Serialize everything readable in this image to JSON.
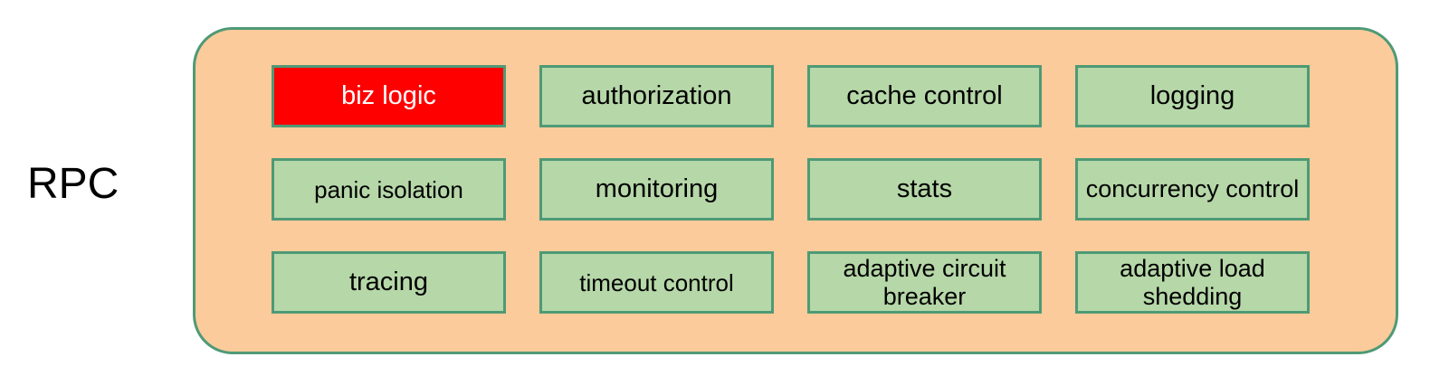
{
  "diagram": {
    "side_label": "RPC",
    "container": {
      "fill_color": "#fccb9b",
      "border_color": "#4e9a76"
    },
    "box_style": {
      "fill_color": "#b6d7a8",
      "border_color": "#4e9a76",
      "text_color": "#000000"
    },
    "highlight_style": {
      "fill_color": "#ff0000",
      "text_color": "#ffffff"
    },
    "rows": [
      [
        {
          "label": "biz logic",
          "highlight": true,
          "size": "normal"
        },
        {
          "label": "authorization",
          "highlight": false,
          "size": "normal"
        },
        {
          "label": "cache control",
          "highlight": false,
          "size": "normal"
        },
        {
          "label": "logging",
          "highlight": false,
          "size": "normal"
        }
      ],
      [
        {
          "label": "panic isolation",
          "highlight": false,
          "size": "small"
        },
        {
          "label": "monitoring",
          "highlight": false,
          "size": "normal"
        },
        {
          "label": "stats",
          "highlight": false,
          "size": "normal"
        },
        {
          "label": "concurrency control",
          "highlight": false,
          "size": "two-line"
        }
      ],
      [
        {
          "label": "tracing",
          "highlight": false,
          "size": "normal"
        },
        {
          "label": "timeout control",
          "highlight": false,
          "size": "small"
        },
        {
          "label": "adaptive circuit breaker",
          "highlight": false,
          "size": "two-line"
        },
        {
          "label": "adaptive load shedding",
          "highlight": false,
          "size": "two-line"
        }
      ]
    ]
  }
}
